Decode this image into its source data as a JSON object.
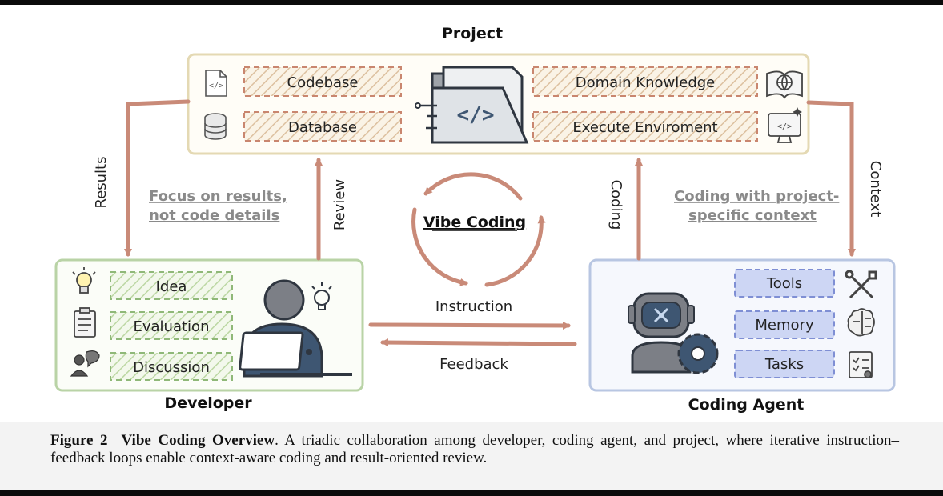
{
  "project": {
    "title": "Project",
    "items": [
      "Codebase",
      "Database",
      "Domain Knowledge",
      "Execute Enviroment"
    ]
  },
  "developer": {
    "title": "Developer",
    "items": [
      "Idea",
      "Evaluation",
      "Discussion"
    ]
  },
  "agent": {
    "title": "Coding Agent",
    "items": [
      "Tools",
      "Memory",
      "Tasks"
    ]
  },
  "edges": {
    "results": "Results",
    "review": "Review",
    "coding": "Coding",
    "context": "Context",
    "instruction": "Instruction",
    "feedback": "Feedback"
  },
  "notes": {
    "left_line1": "Focus on results,",
    "left_line2": "not code details",
    "right_line1": "Coding with project-",
    "right_line2": "specific context"
  },
  "center_label": "Vibe Coding",
  "caption": {
    "figure": "Figure 2",
    "title": "Vibe Coding Overview",
    "text": ". A triadic collaboration among developer, coding agent, and project, where iterative instruction–feedback loops enable context-aware coding and result-oriented review."
  },
  "colors": {
    "arrow": "#c98a78",
    "project_border": "#e4d9b3",
    "developer_border": "#b9d3a6",
    "agent_border": "#b8c6e2",
    "hatch_project": "#d8b59a",
    "hatch_developer": "#b7d39b",
    "agent_item_fill": "#cdd6f4",
    "agent_item_border": "#7f8fd4",
    "figure_gray": "#7c7f86",
    "figure_blue": "#3e5672"
  }
}
